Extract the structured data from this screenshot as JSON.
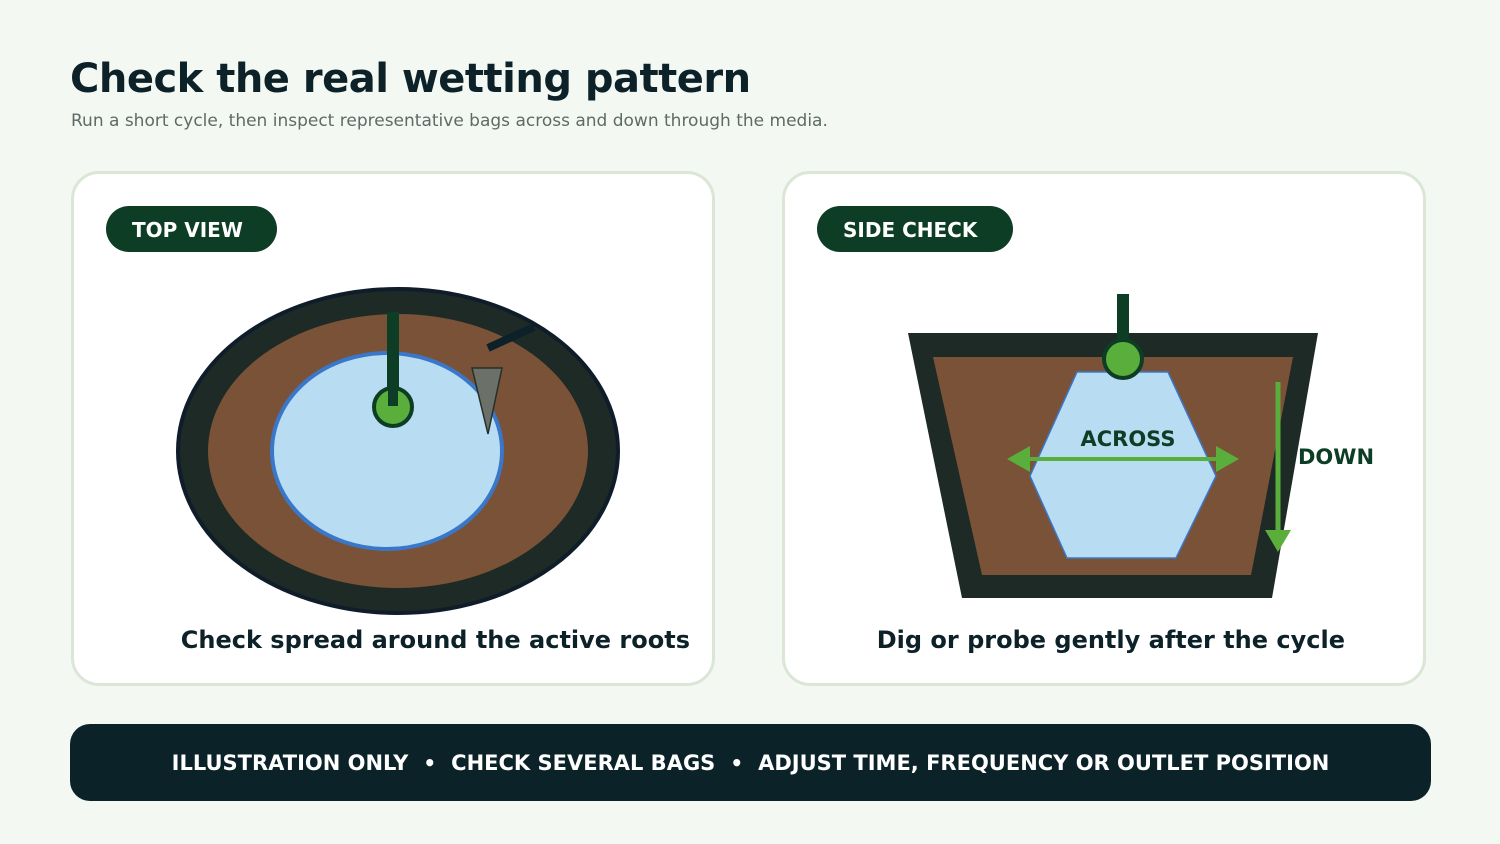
{
  "header": {
    "title": "Check the real wetting pattern",
    "subtitle": "Run a short cycle, then inspect representative bags across and down through the media."
  },
  "panels": [
    {
      "tag": "TOP VIEW",
      "caption": "Check spread around the active roots"
    },
    {
      "tag": "SIDE CHECK",
      "caption": "Dig or probe gently after the cycle",
      "labels": {
        "across": "ACROSS",
        "down": "DOWN"
      }
    }
  ],
  "footer": {
    "items": [
      "ILLUSTRATION ONLY",
      "CHECK SEVERAL BAGS",
      "ADJUST TIME, FREQUENCY OR OUTLET POSITION"
    ]
  },
  "colors": {
    "bag_rim": "#1e2a25",
    "media": "#7a5238",
    "wet_zone": "#b8dcf2",
    "wet_outline": "#3a77c9",
    "stem": "#0e3d26",
    "emitter": "#5aae3c",
    "arrow": "#5aae3c",
    "probe": "#6b7069",
    "dark_navy": "#0b2229",
    "pill": "#0e3d26"
  },
  "icons": {
    "emitter": "green-dot-emitter-icon",
    "probe": "probe-tip-icon",
    "separator": "bullet-dot-icon"
  }
}
